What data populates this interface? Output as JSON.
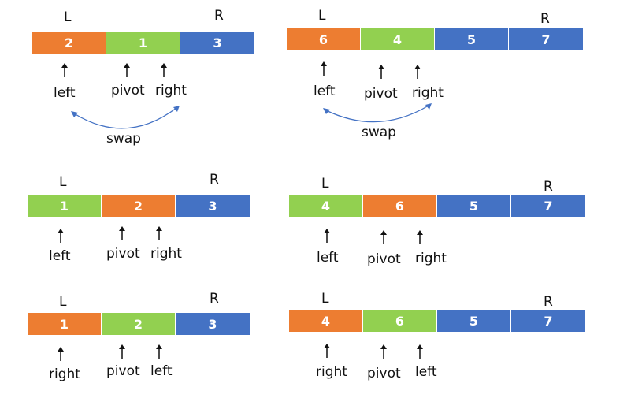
{
  "colors": {
    "orange": "#ED7D31",
    "green": "#92D050",
    "blue": "#4472C4",
    "arc": "#4472C4"
  },
  "panels": [
    {
      "id": "a1",
      "L": "L",
      "R": "R",
      "cells": [
        {
          "value": "2",
          "color": "orange"
        },
        {
          "value": "1",
          "color": "green"
        },
        {
          "value": "3",
          "color": "blue"
        }
      ],
      "labels": [
        "left",
        "pivot",
        "right"
      ],
      "swap": "swap"
    },
    {
      "id": "b1",
      "L": "L",
      "R": "R",
      "cells": [
        {
          "value": "6",
          "color": "orange"
        },
        {
          "value": "4",
          "color": "green"
        },
        {
          "value": "5",
          "color": "blue"
        },
        {
          "value": "7",
          "color": "blue"
        }
      ],
      "labels": [
        "left",
        "pivot",
        "right"
      ],
      "swap": "swap"
    },
    {
      "id": "a2",
      "L": "L",
      "R": "R",
      "cells": [
        {
          "value": "1",
          "color": "green"
        },
        {
          "value": "2",
          "color": "orange"
        },
        {
          "value": "3",
          "color": "blue"
        }
      ],
      "labels": [
        "left",
        "pivot",
        "right"
      ]
    },
    {
      "id": "b2",
      "L": "L",
      "R": "R",
      "cells": [
        {
          "value": "4",
          "color": "green"
        },
        {
          "value": "6",
          "color": "orange"
        },
        {
          "value": "5",
          "color": "blue"
        },
        {
          "value": "7",
          "color": "blue"
        }
      ],
      "labels": [
        "left",
        "pivot",
        "right"
      ]
    },
    {
      "id": "a3",
      "L": "L",
      "R": "R",
      "cells": [
        {
          "value": "1",
          "color": "orange"
        },
        {
          "value": "2",
          "color": "green"
        },
        {
          "value": "3",
          "color": "blue"
        }
      ],
      "labels": [
        "right",
        "pivot",
        "left"
      ]
    },
    {
      "id": "b3",
      "L": "L",
      "R": "R",
      "cells": [
        {
          "value": "4",
          "color": "orange"
        },
        {
          "value": "6",
          "color": "green"
        },
        {
          "value": "5",
          "color": "blue"
        },
        {
          "value": "7",
          "color": "blue"
        }
      ],
      "labels": [
        "right",
        "pivot",
        "left"
      ]
    }
  ]
}
